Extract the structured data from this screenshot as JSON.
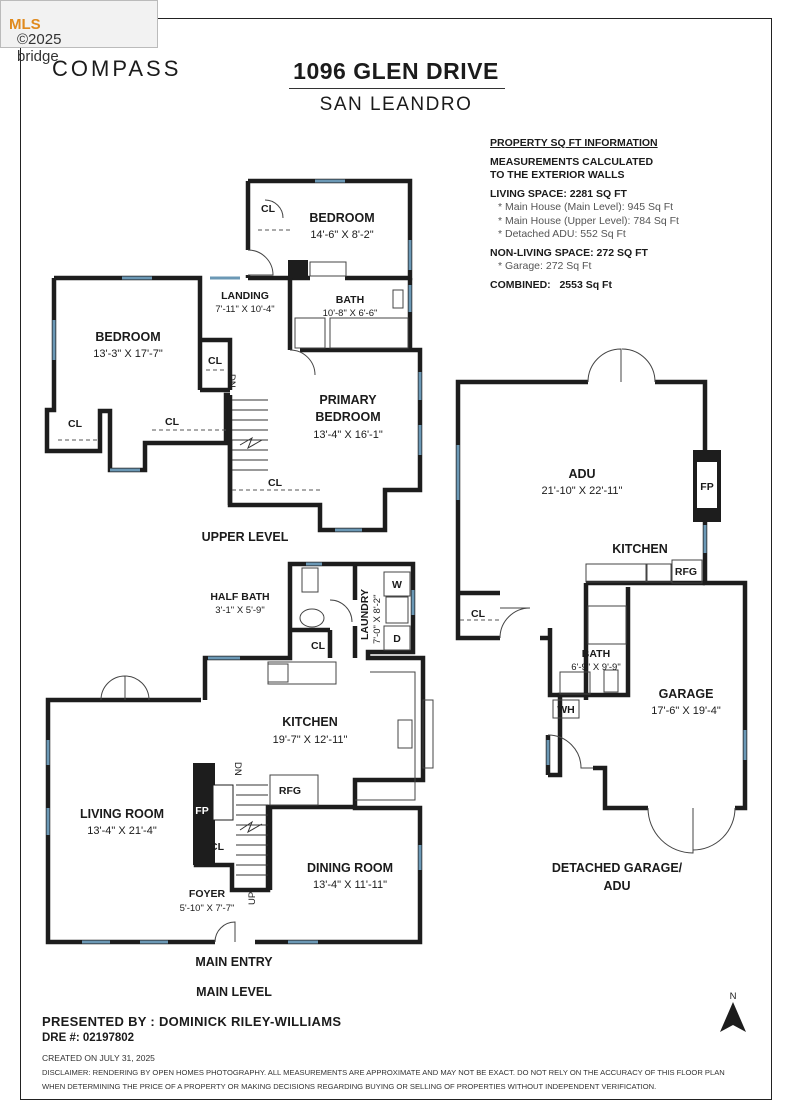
{
  "watermark": {
    "prefix": "©2025 bridge",
    "brand": "MLS"
  },
  "logo": "COMPASS",
  "address": "1096 GLEN DRIVE",
  "city": "SAN LEANDRO",
  "sqft": {
    "title": "PROPERTY SQ FT INFORMATION",
    "measure_1": "MEASUREMENTS CALCULATED",
    "measure_2": "TO THE EXTERIOR WALLS",
    "living": "LIVING SPACE: 2281 SQ FT",
    "living_items": [
      "*  Main House (Main Level):  945 Sq Ft",
      "*  Main House (Upper Level):  784 Sq Ft",
      "*  Detached ADU:  552 Sq Ft"
    ],
    "nonliving": "NON-LIVING SPACE: 272 SQ FT",
    "nonliving_items": [
      "*  Garage:  272 Sq Ft"
    ],
    "combined_label": "COMBINED:",
    "combined_value": "2553  Sq Ft"
  },
  "rooms": {
    "bedroom_top": {
      "name": "BEDROOM",
      "dim": "14'-6\" X 8'-2\""
    },
    "bedroom_left": {
      "name": "BEDROOM",
      "dim": "13'-3\" X 17'-7\""
    },
    "landing": {
      "name": "LANDING",
      "dim": "7'-11\" X 10'-4\""
    },
    "bath_upper": {
      "name": "BATH",
      "dim": "10'-8\" X 6'-6\""
    },
    "primary": {
      "name1": "PRIMARY",
      "name2": "BEDROOM",
      "dim": "13'-4\" X 16'-1\""
    },
    "half_bath": {
      "name": "HALF BATH",
      "dim": "3'-1\" X 5'-9\""
    },
    "laundry": {
      "name": "LAUNDRY",
      "dim": "7'-0\" X 8'-2\""
    },
    "kitchen": {
      "name": "KITCHEN",
      "dim": "19'-7\" X 12'-11\""
    },
    "living": {
      "name": "LIVING ROOM",
      "dim": "13'-4\" X 21'-4\""
    },
    "dining": {
      "name": "DINING ROOM",
      "dim": "13'-4\" X 11'-11\""
    },
    "foyer": {
      "name": "FOYER",
      "dim": "5'-10\" X 7'-7\""
    },
    "adu": {
      "name": "ADU",
      "dim": "21'-10\" X 22'-11\""
    },
    "adu_kitchen": {
      "name": "KITCHEN"
    },
    "adu_bath": {
      "name": "BATH",
      "dim": "6'-9\" X 9'-9\""
    },
    "garage": {
      "name": "GARAGE",
      "dim": "17'-6\" X 19'-4\""
    }
  },
  "tags": {
    "cl": "CL",
    "dn": "DN",
    "up": "UP",
    "fp": "FP",
    "rfg": "RFG",
    "w": "W",
    "d": "D",
    "wh": "WH"
  },
  "levels": {
    "upper": "UPPER LEVEL",
    "main_entry": "MAIN ENTRY",
    "main": "MAIN LEVEL",
    "detached_1": "DETACHED GARAGE/",
    "detached_2": "ADU"
  },
  "north": "N",
  "presented": "PRESENTED BY : DOMINICK RILEY-WILLIAMS",
  "dre": "DRE #: 02197802",
  "created": "CREATED ON JULY 31, 2025",
  "disclaimer_1": "DISCLAIMER: RENDERING BY OPEN HOMES PHOTOGRAPHY. ALL MEASUREMENTS ARE APPROXIMATE AND MAY NOT BE EXACT. DO NOT RELY ON THE ACCURACY OF THIS FLOOR PLAN",
  "disclaimer_2": "WHEN DETERMINING THE PRICE OF A PROPERTY OR MAKING DECISIONS REGARDING BUYING OR SELLING OF PROPERTIES WITHOUT INDEPENDENT VERIFICATION."
}
